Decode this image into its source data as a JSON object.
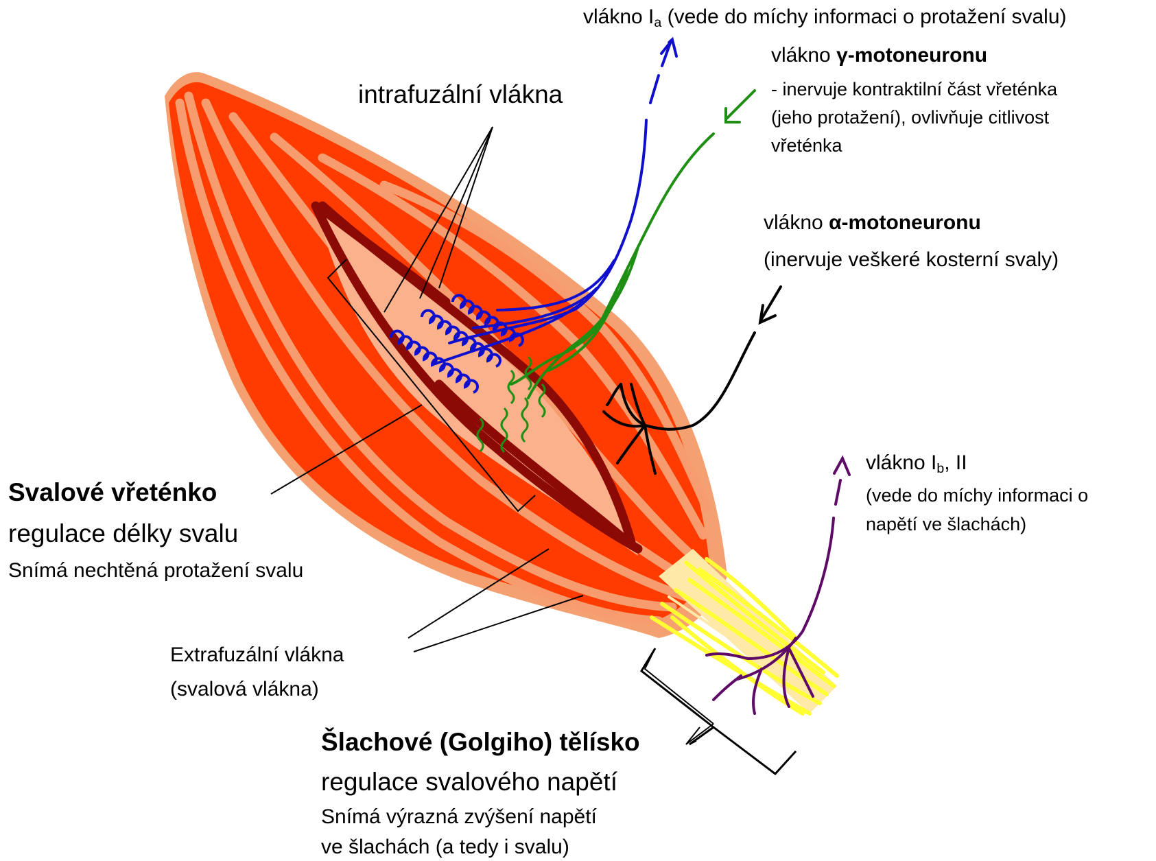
{
  "colors": {
    "muscle_outer": "#f5a070",
    "muscle_fiber": "#ff3b00",
    "muscle_dark": "#e83000",
    "spindle_capsule": "#fbb18b",
    "spindle_fiber": "#8b0a06",
    "afferent_Ia": "#1010cc",
    "gamma_motoneuron": "#1f8f14",
    "alpha_motoneuron": "#000000",
    "afferent_Ib": "#5e0a66",
    "tendon": "#ffff33",
    "tendon_pale": "#ffe9a8"
  },
  "labels": {
    "ia": {
      "prefix": "vlákno I",
      "sub": "a",
      "suffix": " (vede do míchy informaci o protažení svalu)"
    },
    "gamma": {
      "prefix": "vlákno ",
      "bold": "γ-motoneuronu",
      "desc_1": "- inervuje kontraktilní část vřeténka",
      "desc_2": "(jeho protažení), ovlivňuje citlivost",
      "desc_3": "vřeténka"
    },
    "intrafusal": "intrafuzální vlákna",
    "alpha": {
      "prefix": "vlákno ",
      "bold": "α-motoneuronu",
      "desc": "(inervuje veškeré kosterní svaly)"
    },
    "ib": {
      "prefix": "vlákno I",
      "sub": "b",
      "suffix": ", II",
      "desc_1": "(vede do míchy informaci o",
      "desc_2": "napětí ve šlachách)"
    },
    "spindle": {
      "title": "Svalové vřeténko",
      "subtitle": "regulace délky svalu",
      "desc": "Snímá nechtěná protažení svalu"
    },
    "extrafusal": {
      "line_1": "Extrafuzální vlákna",
      "line_2": "(svalová vlákna)"
    },
    "golgi": {
      "title": "Šlachové (Golgiho) tělísko",
      "subtitle": "regulace svalového napětí",
      "desc_1": "Snímá výrazná zvýšení napětí",
      "desc_2": "ve šlachách (a tedy i svalu)"
    }
  }
}
